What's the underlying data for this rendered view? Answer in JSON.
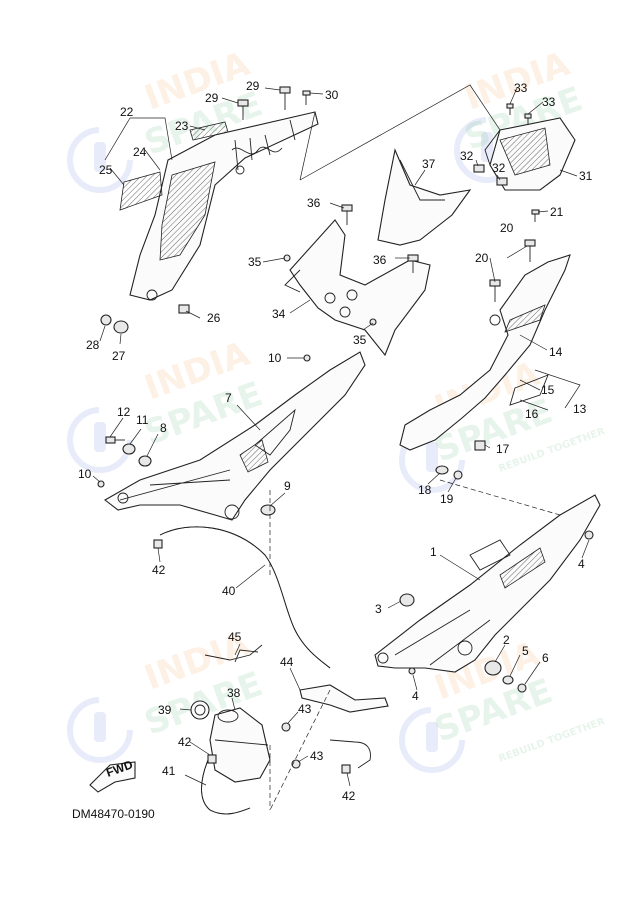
{
  "diagram": {
    "code": "DM48470-0190",
    "fwd_label": "FWD"
  },
  "watermark": {
    "line1": "INDIA",
    "line2": "SPARE",
    "tagline": "REBUILD TOGETHER",
    "colors": {
      "orange": "#f4a460",
      "green": "#6fbf8a",
      "blue": "#5b6fd6"
    }
  },
  "callouts": [
    "1",
    "2",
    "3",
    "4",
    "5",
    "6",
    "7",
    "8",
    "9",
    "10",
    "11",
    "12",
    "13",
    "14",
    "15",
    "16",
    "17",
    "18",
    "19",
    "20",
    "21",
    "22",
    "23",
    "24",
    "25",
    "26",
    "27",
    "28",
    "29",
    "30",
    "31",
    "32",
    "33",
    "34",
    "35",
    "36",
    "37",
    "38",
    "39",
    "40",
    "41",
    "42",
    "43",
    "44",
    "45"
  ]
}
